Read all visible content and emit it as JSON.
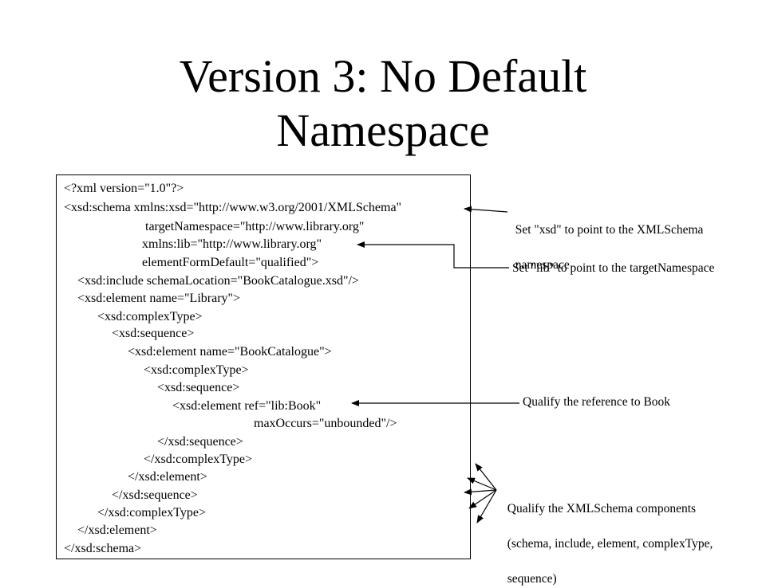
{
  "slide": {
    "title_line1": "Version 3: No Default",
    "title_line2": "Namespace"
  },
  "code_lines": [
    "<?xml version=\"1.0\"?>",
    "<xsd:schema xmlns:xsd=\"http://www.w3.org/2001/XMLSchema\"",
    "targetNamespace=\"http://www.library.org\"",
    "xmlns:lib=\"http://www.library.org\"",
    "elementFormDefault=\"qualified\">",
    "<xsd:include schemaLocation=\"BookCatalogue.xsd\"/>",
    "<xsd:element name=\"Library\">",
    "<xsd:complexType>",
    "<xsd:sequence>",
    "<xsd:element name=\"BookCatalogue\">",
    "<xsd:complexType>",
    "<xsd:sequence>",
    "<xsd:element ref=\"lib:Book\"",
    "maxOccurs=\"unbounded\"/>",
    "</xsd:sequence>",
    "</xsd:complexType>",
    "</xsd:element>",
    "</xsd:sequence>",
    "</xsd:complexType>",
    "</xsd:element>",
    "</xsd:schema>"
  ],
  "annotations": {
    "xsd_note_line1": "Set \"xsd\" to point to the XMLSchema",
    "xsd_note_line2": "namespace",
    "lib_note": "Set \"lib\" to point to the targetNamespace",
    "book_note": "Qualify the reference to Book",
    "components_note_line1": "Qualify the XMLSchema components",
    "components_note_line2": "(schema, include, element, complexType,",
    "components_note_line3": "sequence)"
  }
}
